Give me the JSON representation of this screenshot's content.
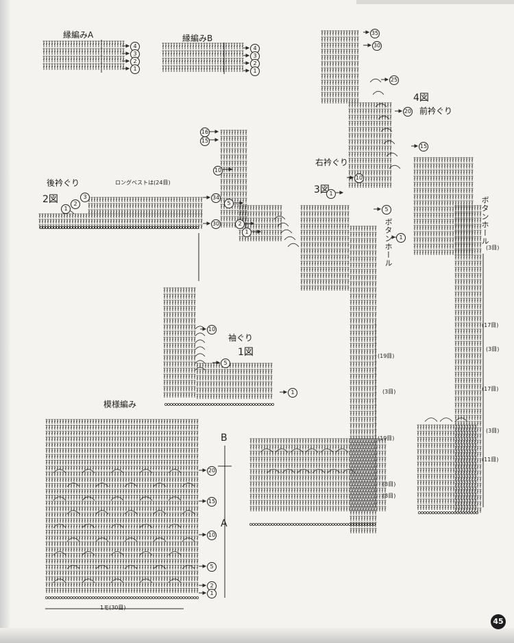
{
  "labels": {
    "edge_a": "縁編みA",
    "edge_b": "縁編みB",
    "back_neck": "後衿ぐり",
    "fig2": "2図",
    "long_vest": "ロングベストは(24目)",
    "right_neck": "右衿ぐり",
    "fig3": "3図",
    "buttonhole": "ボタンホール",
    "fig4": "4図",
    "front_neck": "前衿ぐり",
    "armhole": "袖ぐり",
    "fig1": "1図",
    "pattern_stitch": "模様編み",
    "repeat_width": "1モ(30目)",
    "section_a": "A",
    "section_b": "B"
  },
  "row_markers": {
    "edge_a": [
      "4",
      "3",
      "2",
      "1"
    ],
    "edge_b": [
      "4",
      "3",
      "2",
      "1"
    ],
    "back_neck_left": [
      "3",
      "2",
      "1"
    ],
    "back_neck_right": [
      "34",
      "30"
    ],
    "right_neck": [
      "16",
      "15",
      "10",
      "5",
      "2",
      "1"
    ],
    "right_neck_band": "1",
    "front_neck": [
      "35",
      "30",
      "25",
      "20",
      "15",
      "10",
      "5"
    ],
    "front_neck_band": "1",
    "armhole": [
      "10",
      "5",
      "1"
    ],
    "pattern": [
      "20",
      "15",
      "10",
      "5",
      "2",
      "1"
    ]
  },
  "stitch_counts": {
    "fig3_band": [
      "(19目)",
      "(3目)",
      "(19目)",
      "(3目)",
      "(3目)"
    ],
    "fig4_band": [
      "(3目)",
      "(17目)",
      "(3目)",
      "(17目)",
      "(3目)",
      "(11目)"
    ]
  },
  "page_number": "45"
}
